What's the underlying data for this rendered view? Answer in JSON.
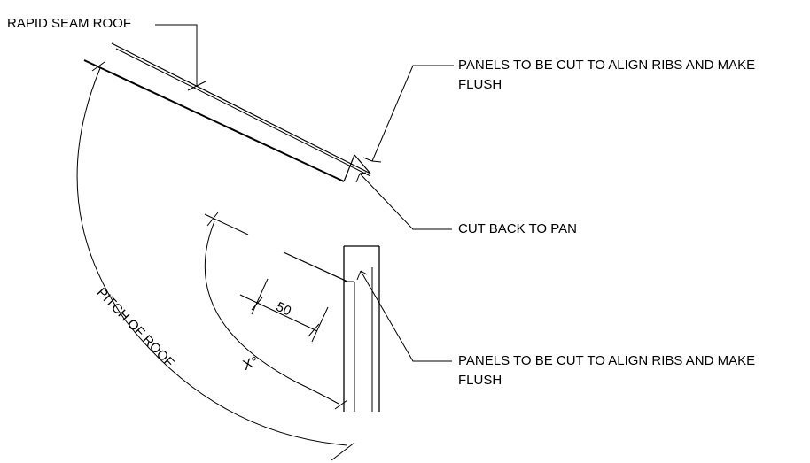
{
  "labels": {
    "rapid_seam_roof": "RAPID SEAM ROOF",
    "panels_note_top_line1": "PANELS TO BE CUT TO ALIGN RIBS AND MAKE",
    "panels_note_top_line2": "FLUSH",
    "cut_back": "CUT BACK TO PAN",
    "panels_note_bottom_line1": "PANELS TO BE CUT TO ALIGN RIBS AND MAKE",
    "panels_note_bottom_line2": "FLUSH",
    "dimension_50": "50",
    "angle_x": "X°",
    "pitch_of_roof": "PITCH OF ROOF"
  },
  "colors": {
    "ink": "#000000",
    "background": "#ffffff"
  }
}
